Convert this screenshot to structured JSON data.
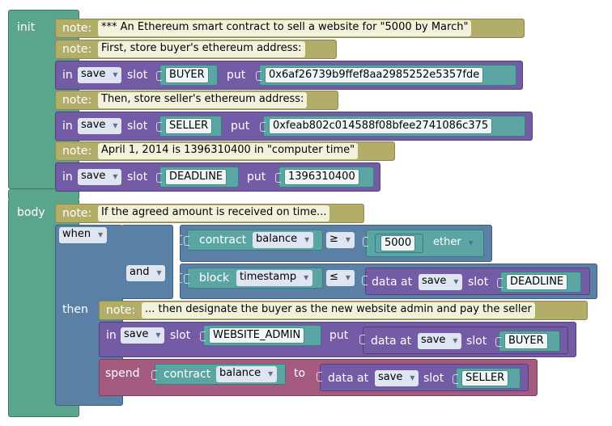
{
  "kw": {
    "init": "init",
    "body": "body",
    "note": "note:",
    "in": "in",
    "slot": "slot",
    "put": "put",
    "when": "when",
    "then": "then",
    "and": "and",
    "contract": "contract",
    "block": "block",
    "data_at": "data at",
    "spend": "spend",
    "to": "to",
    "ether": "ether"
  },
  "init": {
    "note1": "*** An Ethereum smart contract to sell a website for \"5000 by March\"",
    "note2": "First, store buyer's ethereum address:",
    "row1": {
      "store": "save",
      "slot": "BUYER",
      "value": "0x6af26739b9ffef8aa2985252e5357fde"
    },
    "note3": "Then, store seller's ethereum address:",
    "row2": {
      "store": "save",
      "slot": "SELLER",
      "value": "0xfeab802c014588f08bfee2741086c375"
    },
    "note4": "April 1, 2014 is 1396310400 in \"computer time\"",
    "row3": {
      "store": "save",
      "slot": "DEADLINE",
      "value": "1396310400"
    }
  },
  "body": {
    "note": "If the agreed amount is received on time...",
    "when_op": "when",
    "cond1": {
      "property": "balance",
      "op": "≥",
      "amount": "5000",
      "unit": "ether"
    },
    "and_op": "and",
    "cond2": {
      "property": "timestamp",
      "op": "≤",
      "store": "save",
      "slot": "DEADLINE"
    },
    "then_note": "... then designate the buyer as the new website admin and pay the seller",
    "then_row": {
      "store": "save",
      "slot": "WEBSITE_ADMIN",
      "data_store": "save",
      "data_slot": "BUYER"
    },
    "spend_row": {
      "property": "balance",
      "data_store": "save",
      "data_slot": "SELLER"
    }
  }
}
